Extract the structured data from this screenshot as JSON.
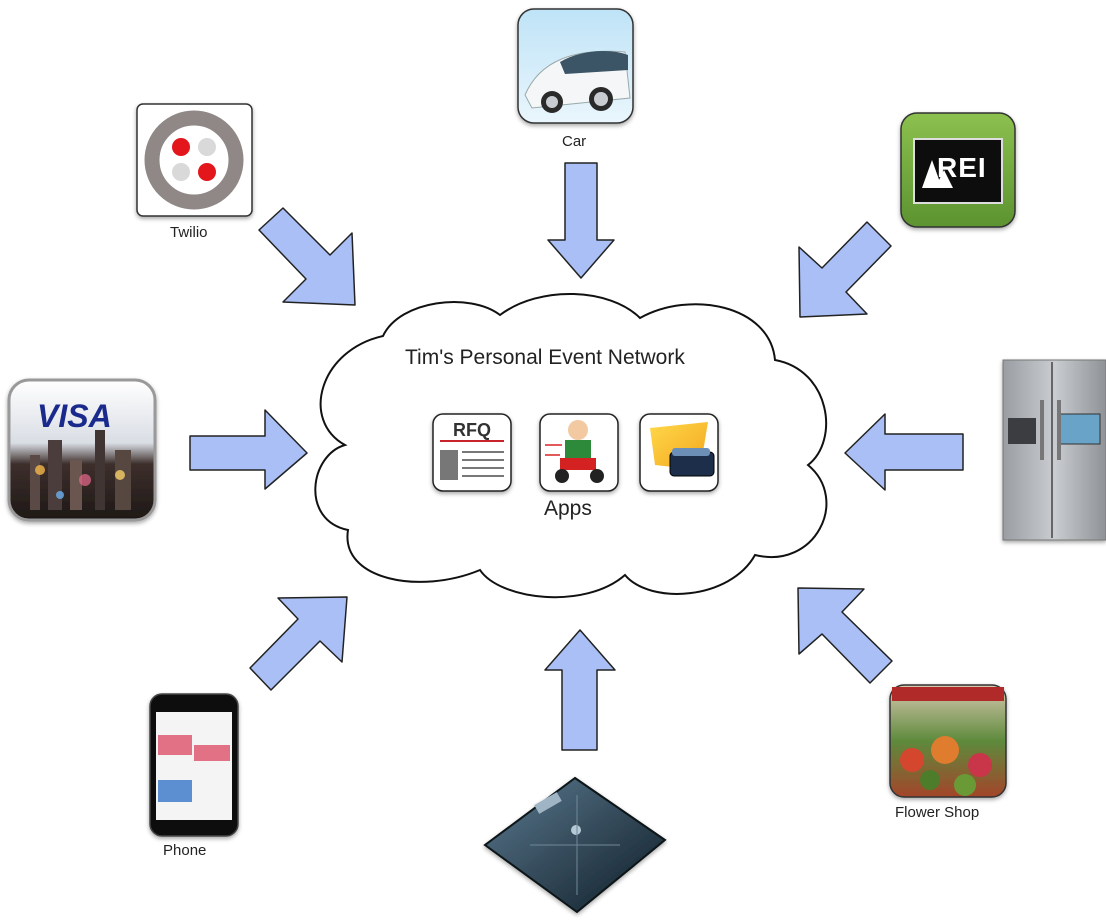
{
  "cloud": {
    "title": "Tim's Personal Event Network",
    "apps_label": "Apps",
    "app_icons": [
      {
        "name": "rfq-app",
        "text": "RFQ"
      },
      {
        "name": "scooter-app",
        "text": ""
      },
      {
        "name": "tools-app",
        "text": ""
      }
    ]
  },
  "sources": {
    "twilio": {
      "label": "Twilio"
    },
    "car": {
      "label": "Car"
    },
    "rei": {
      "label": "",
      "logo_text": "REI"
    },
    "visa": {
      "label": "",
      "logo_text": "VISA"
    },
    "fridge": {
      "label": ""
    },
    "phone": {
      "label": "Phone"
    },
    "scale": {
      "label": ""
    },
    "flower_shop": {
      "label": "Flower Shop"
    }
  },
  "colors": {
    "arrow_fill": "#a9bff5",
    "arrow_stroke": "#222222",
    "cloud_fill": "#ffffff",
    "twilio_red": "#e3161d",
    "rei_green": "#6da33a",
    "visa_blue": "#1a2a8c"
  }
}
